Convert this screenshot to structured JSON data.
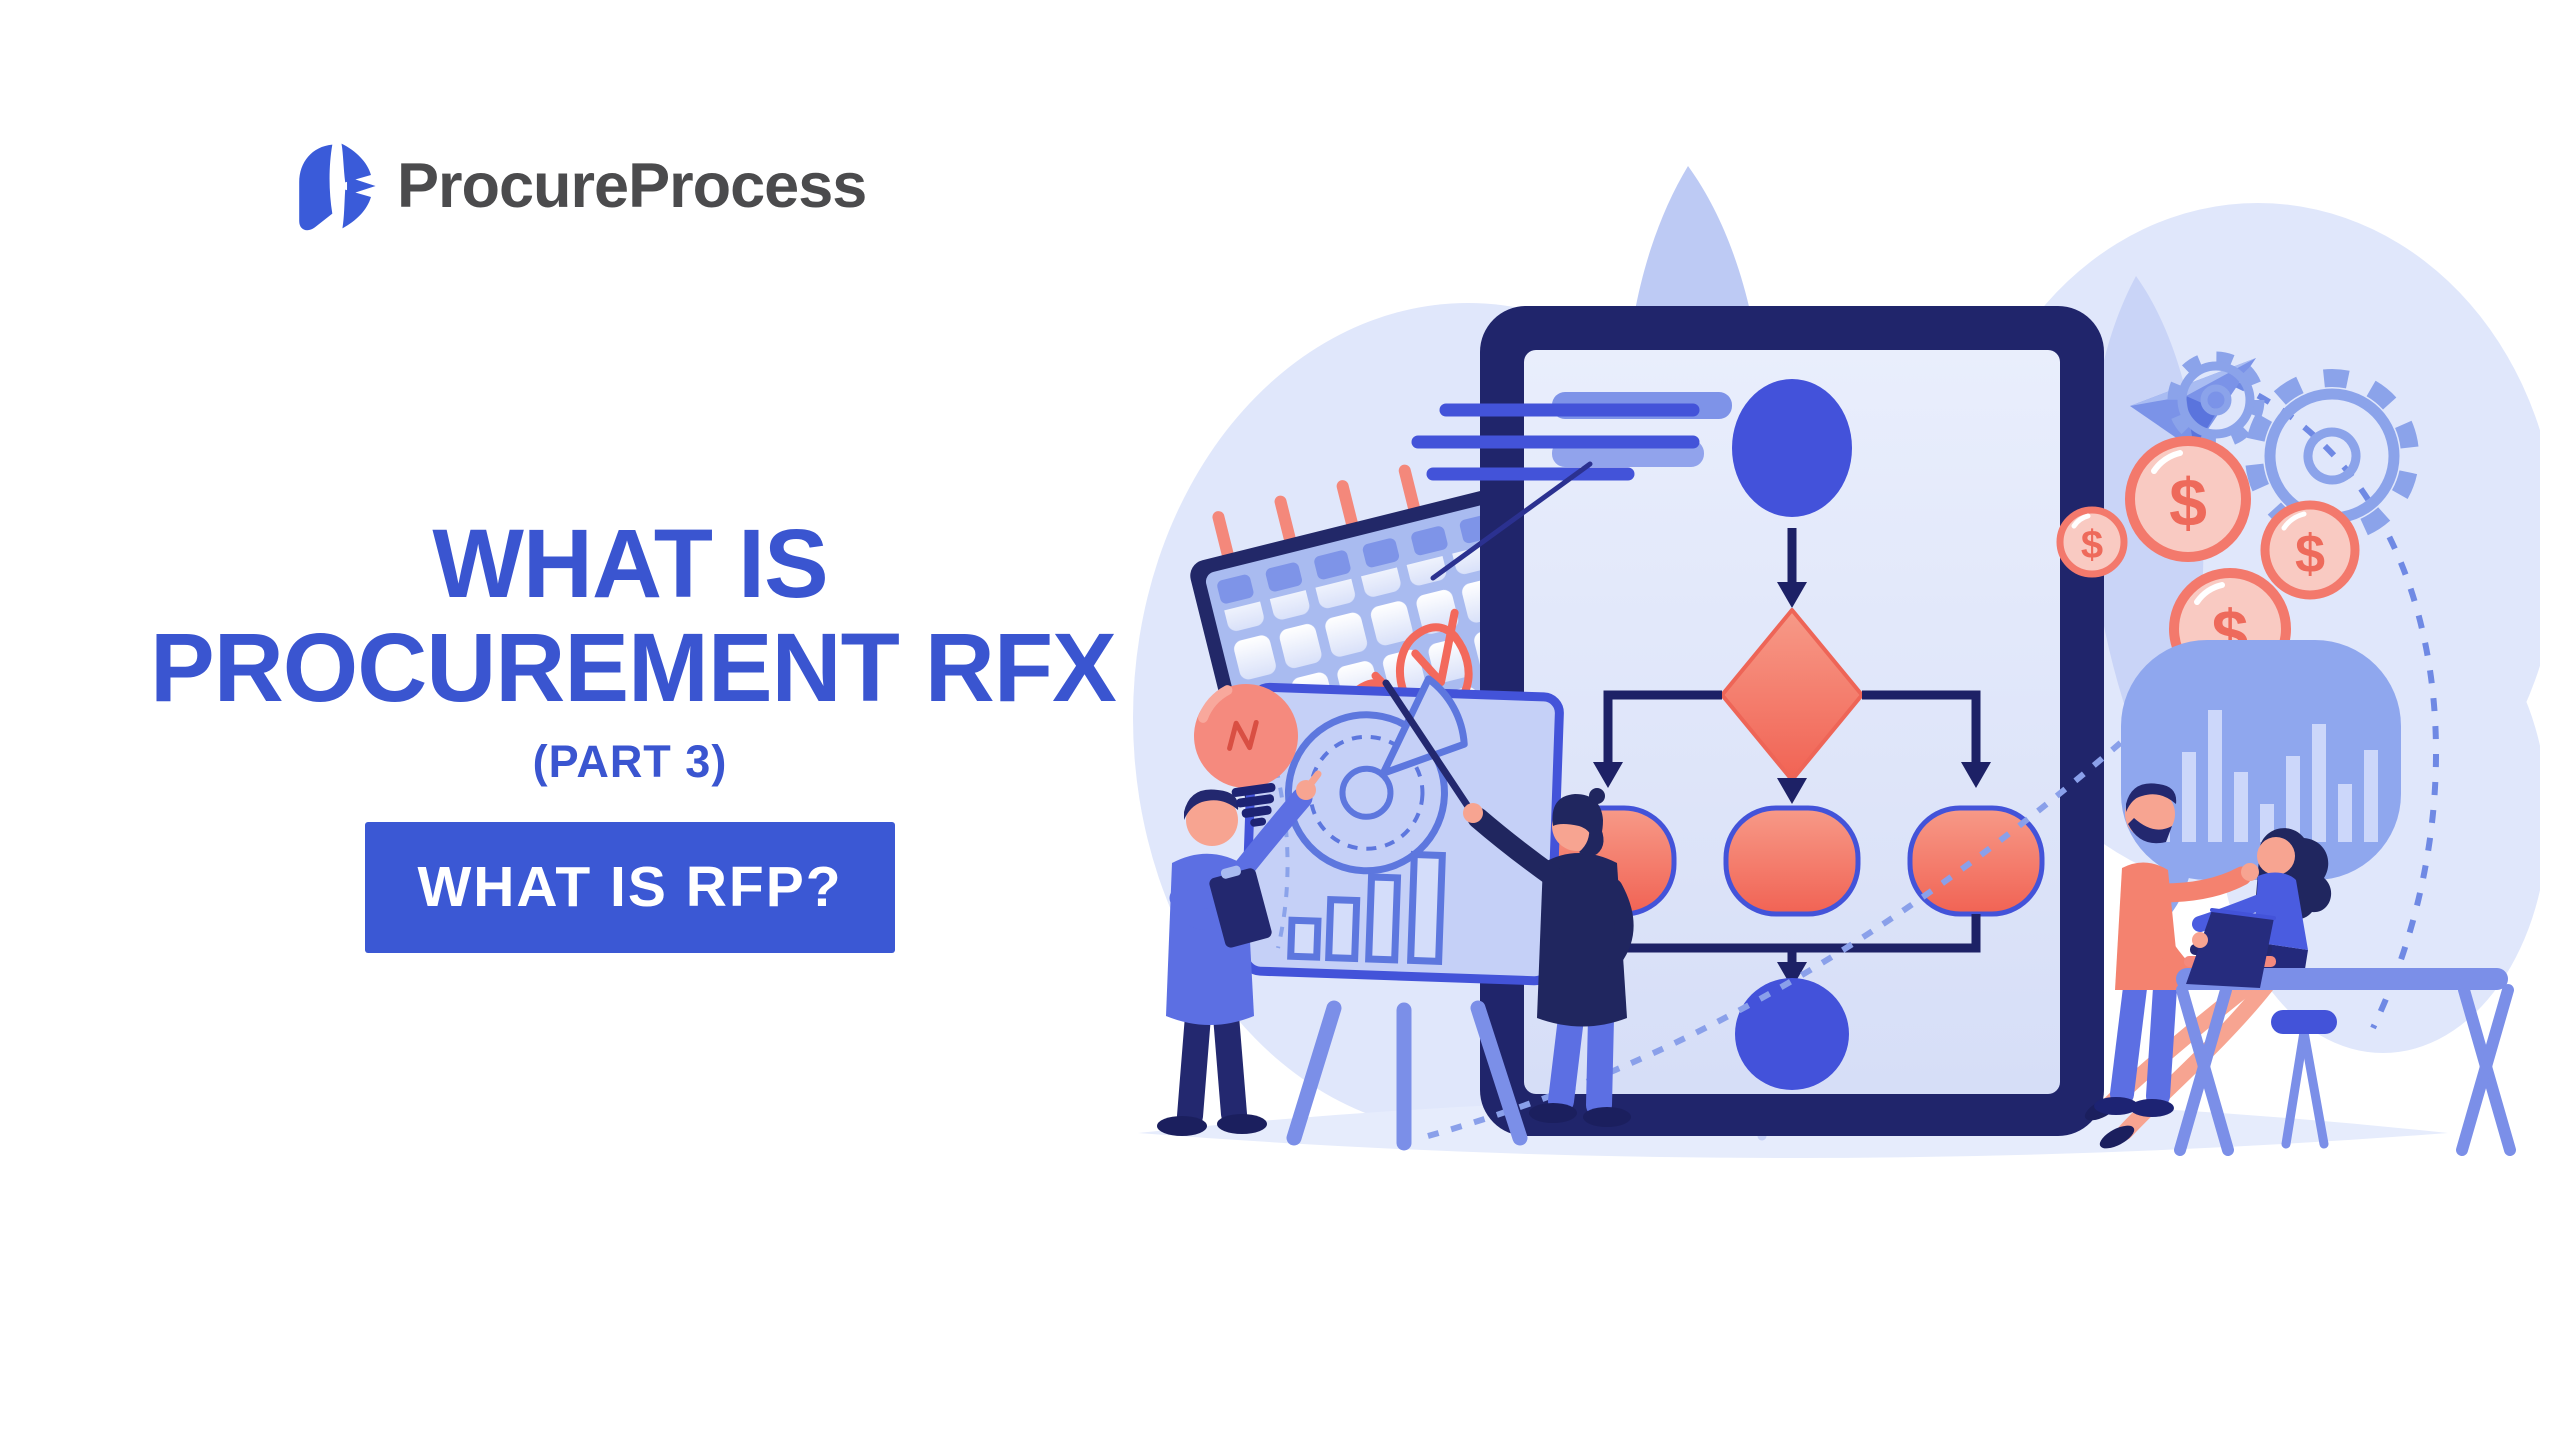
{
  "header": {
    "brand_name": "ProcureProcess"
  },
  "hero": {
    "title_line1": "WHAT IS",
    "title_line2": "PROCUREMENT RFX",
    "part_label": "(PART 3)",
    "cta_label": "WHAT IS RFP?"
  },
  "illustration": {
    "coin_symbol": "$"
  },
  "colors": {
    "background": "#ffffff",
    "title_blue": "#3a55d0",
    "button_bg": "#3b58d4",
    "button_text": "#ffffff",
    "logo_mark_blue": "#3a5bd9",
    "logo_text_gray": "#4b4b4d",
    "illustration_navy": "#20256b",
    "illustration_royal_blue": "#4353d9",
    "illustration_periwinkle": "#7b8fe8",
    "illustration_pale_blue": "#e0e7fb",
    "illustration_coral": "#f3756a",
    "illustration_coral_light": "#f9cac2",
    "illustration_skin": "#f7a491"
  }
}
